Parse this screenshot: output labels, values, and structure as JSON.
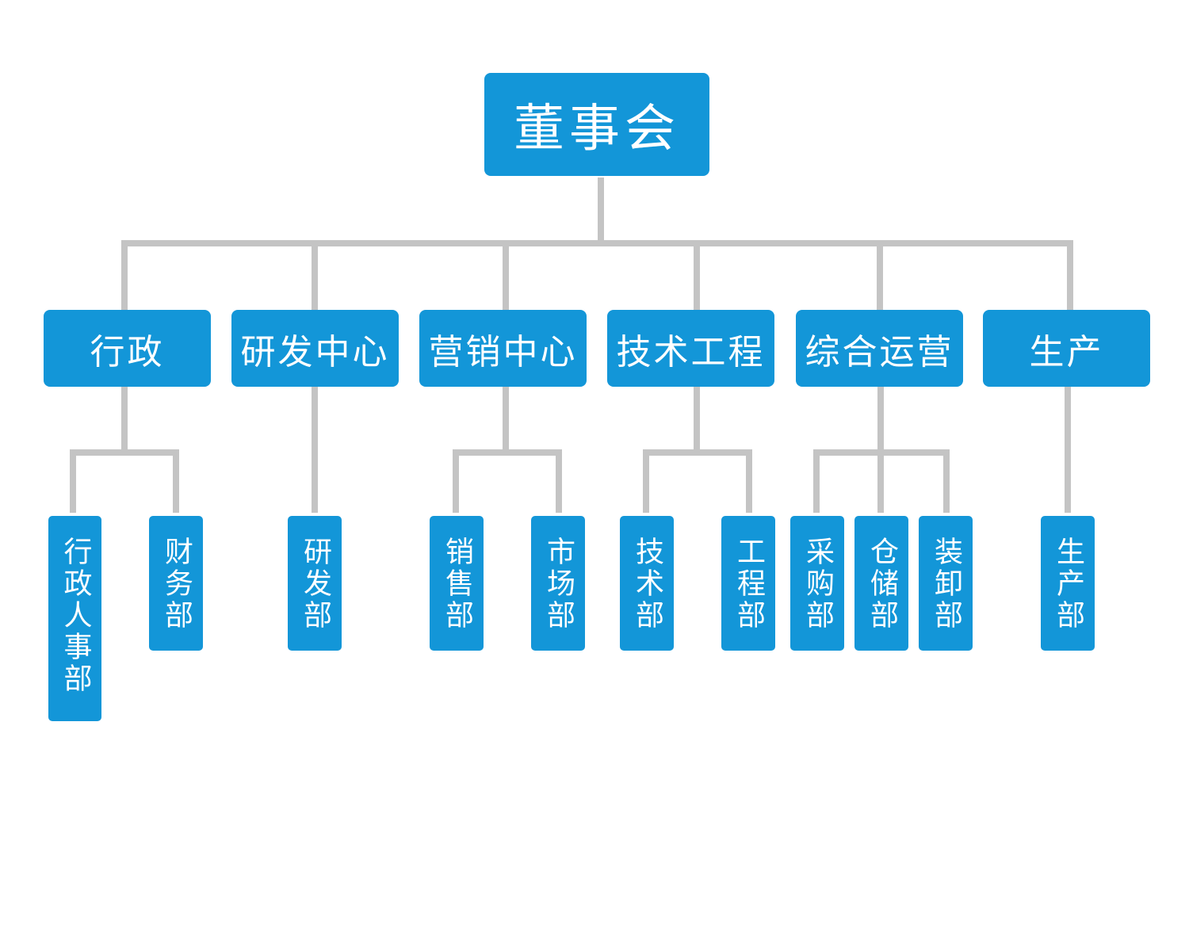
{
  "colors": {
    "box": "#1396d8",
    "connector": "#c4c4c4",
    "text": "#ffffff"
  },
  "org": {
    "root": "董事会",
    "divisions": [
      {
        "label": "行政",
        "departments": [
          "行政人事部",
          "财务部"
        ]
      },
      {
        "label": "研发中心",
        "departments": [
          "研发部"
        ]
      },
      {
        "label": "营销中心",
        "departments": [
          "销售部",
          "市场部"
        ]
      },
      {
        "label": "技术工程",
        "departments": [
          "技术部",
          "工程部"
        ]
      },
      {
        "label": "综合运营",
        "departments": [
          "采购部",
          "仓储部",
          "装卸部"
        ]
      },
      {
        "label": "生产",
        "departments": [
          "生产部"
        ]
      }
    ]
  }
}
